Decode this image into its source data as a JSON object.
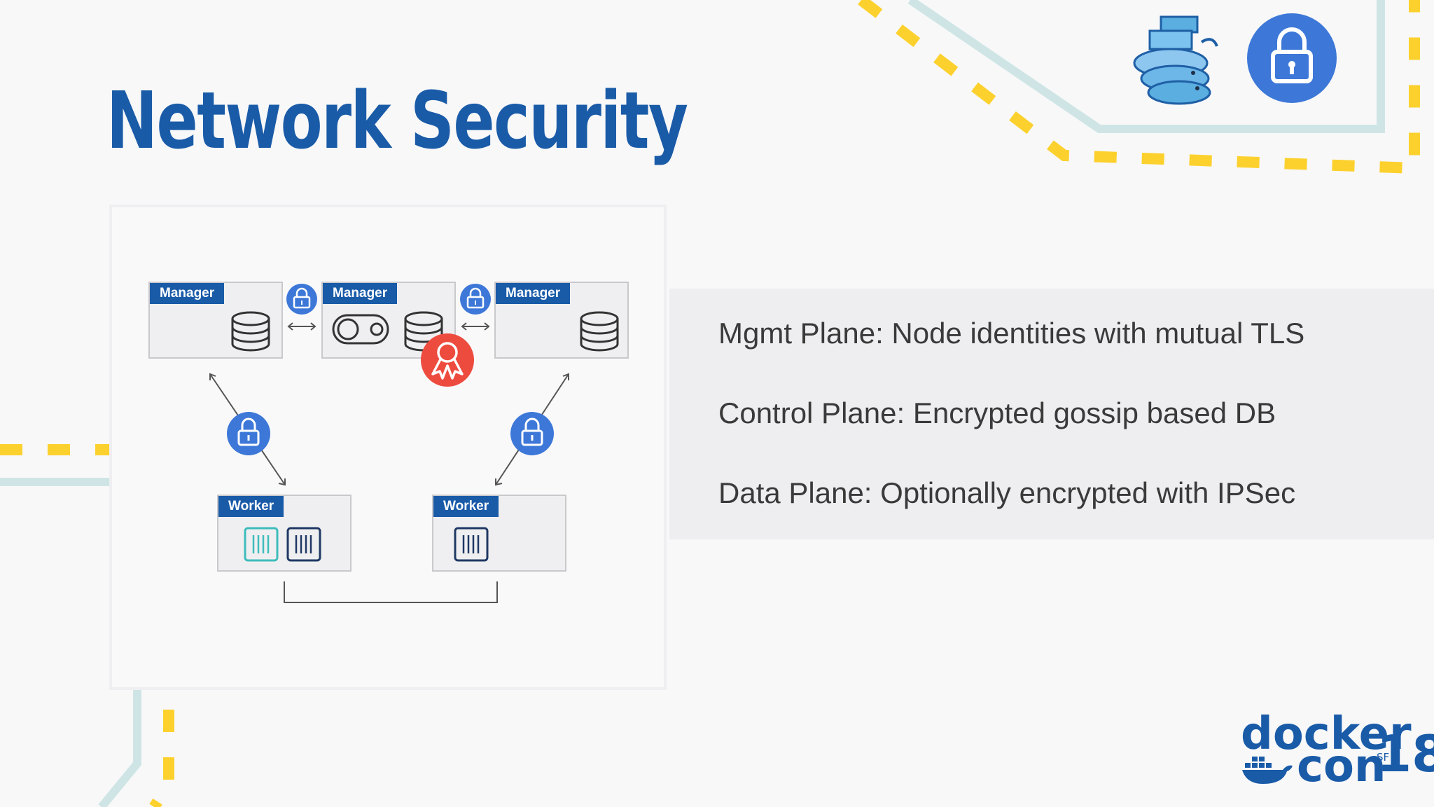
{
  "slide": {
    "title": "Network Security",
    "bullets": [
      "Mgmt Plane: Node identities with mutual TLS",
      "Control Plane: Encrypted gossip based DB",
      "Data Plane: Optionally encrypted with IPSec"
    ]
  },
  "diagram": {
    "managers": [
      "Manager",
      "Manager",
      "Manager"
    ],
    "workers": [
      "Worker",
      "Worker"
    ]
  },
  "logo": {
    "line1": "docker",
    "line2": "con",
    "year": "18",
    "city": "SF"
  },
  "colors": {
    "title_blue": "#1a5ba8",
    "lock_blue": "#3d78d8",
    "ca_red": "#ee4b3f",
    "dash_yellow": "#fcd12d",
    "line_teal": "#cfe5e5",
    "teal_container": "#3fbcbc"
  },
  "icons": [
    "lock-icon",
    "database-icon",
    "raft-icon",
    "certificate-authority-icon",
    "container-icon",
    "docker-whales-icon"
  ]
}
